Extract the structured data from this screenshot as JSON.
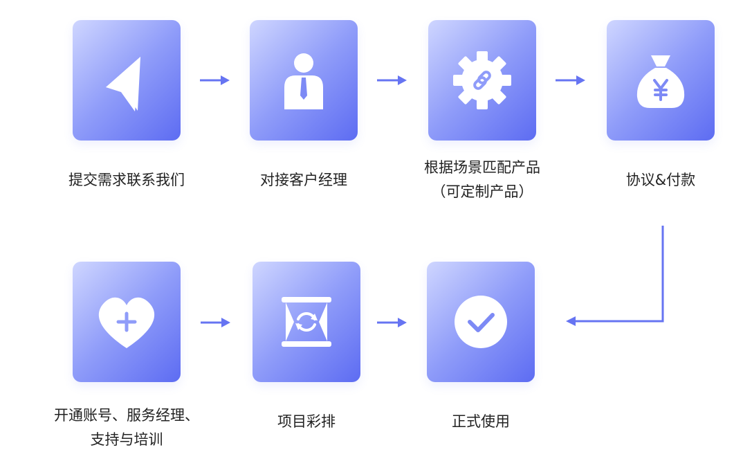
{
  "steps": [
    {
      "icon": "paper-plane-icon",
      "lines": [
        "提交需求联系我们"
      ]
    },
    {
      "icon": "manager-icon",
      "lines": [
        "对接客户经理"
      ]
    },
    {
      "icon": "gear-link-icon",
      "lines": [
        "根据场景匹配产品",
        "（可定制产品）"
      ]
    },
    {
      "icon": "money-bag-icon",
      "lines": [
        "协议&付款"
      ]
    },
    {
      "icon": "heart-plus-icon",
      "lines": [
        "开通账号、服务经理、",
        "支持与培训"
      ]
    },
    {
      "icon": "hourglass-icon",
      "lines": [
        "项目彩排"
      ]
    },
    {
      "icon": "check-circle-icon",
      "lines": [
        "正式使用"
      ]
    }
  ],
  "colors": {
    "accent": "#5d6cf2",
    "arrow": "#6674f2",
    "box_light": "#cfd6ff",
    "box_dark": "#5d6cf2",
    "text": "#222222"
  }
}
